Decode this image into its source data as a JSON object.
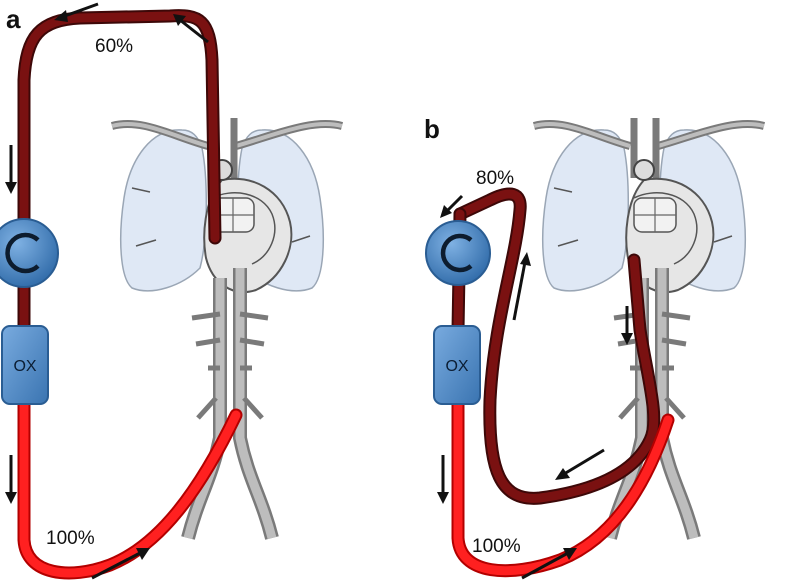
{
  "panels": [
    {
      "label": "a",
      "venous_saturation": "60%",
      "arterial_saturation": "100%",
      "pump_icon": "pump-rotor-icon",
      "oxygenator_label": "OX"
    },
    {
      "label": "b",
      "venous_saturation": "80%",
      "arterial_saturation": "100%",
      "pump_icon": "pump-rotor-icon",
      "oxygenator_label": "OX"
    }
  ],
  "colors": {
    "venous_blood": "#6b0f0f",
    "mixed_blood": "#8a1414",
    "arterial_blood": "#ff1a1a",
    "pump_fill": "#4a86c5",
    "oxygenator_fill": "#4a86c5",
    "vessel_gray": "#7a7a7a",
    "lung_fill": "#dfe8f5"
  }
}
